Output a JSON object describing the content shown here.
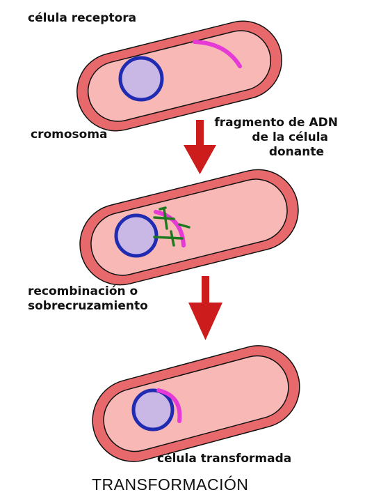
{
  "title": "TRANSFORMACIÓN",
  "labels": {
    "receptor_cell": "célula receptora",
    "chromosome": "cromosoma",
    "fragment_line1": "fragmento de ADN",
    "fragment_line2": "de la célula",
    "fragment_line3": "donante",
    "recomb_line1": "recombinación o",
    "recomb_line2": "sobrecruzamiento",
    "transformed_cell": "célula transformada"
  },
  "colors": {
    "cell_outer": "#e8696b",
    "cell_inner": "#f7b8b6",
    "cell_outline": "#111111",
    "chromosome_ring": "#1f2bb0",
    "chromosome_fill": "#c9b7e6",
    "dna_fragment": "#e53ad6",
    "dna_light": "#f2a7e8",
    "recombination_links": "#1f7a1f",
    "arrow": "#cc1c1c"
  }
}
